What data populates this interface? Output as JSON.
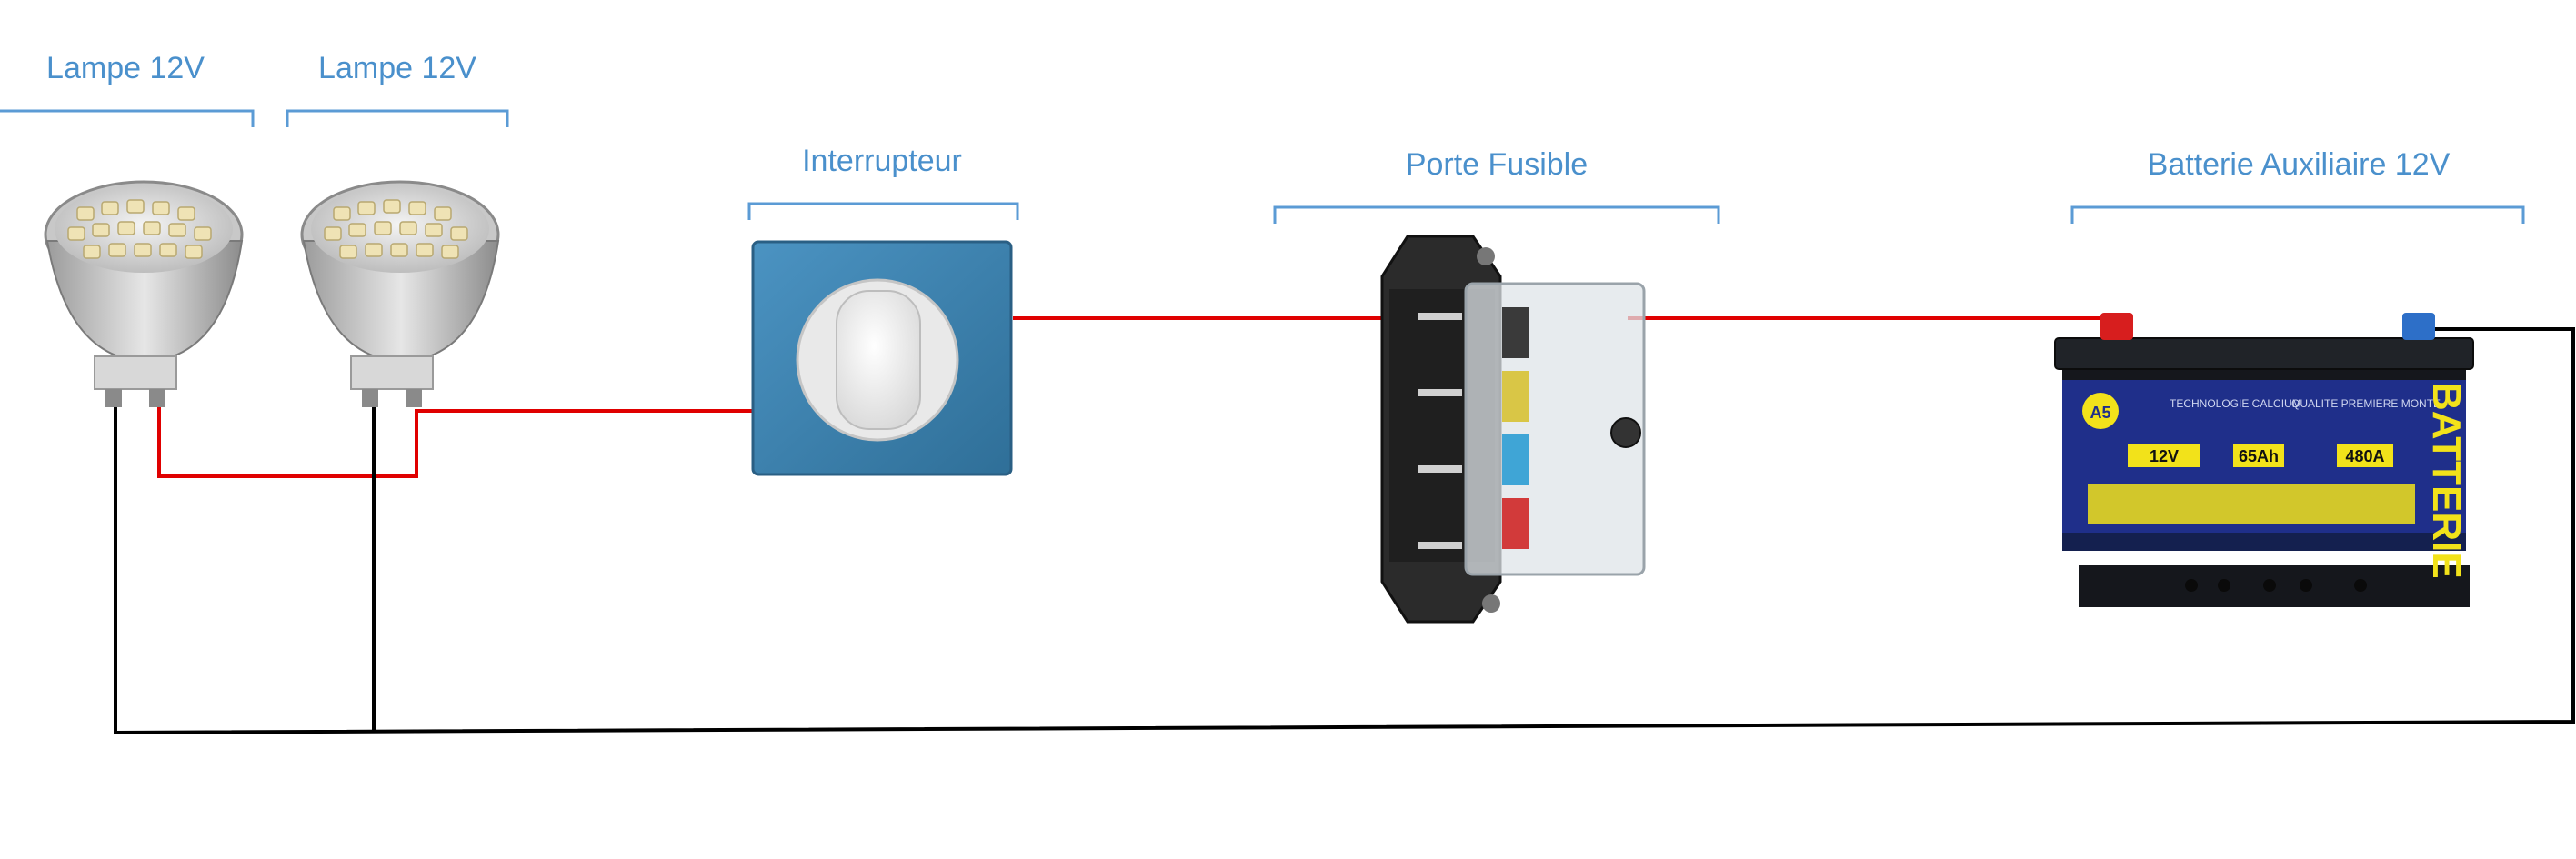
{
  "labels": {
    "lamp1": "Lampe 12V",
    "lamp2": "Lampe 12V",
    "switch": "Interrupteur",
    "fuse": "Porte Fusible",
    "battery": "Batterie Auxiliaire 12V"
  },
  "battery_text": {
    "brand": "BATTERIE",
    "capacity": "65Ah",
    "cca": "480A",
    "voltage": "12V",
    "grade": "A5",
    "quality": "QUALITE PREMIERE MONTE",
    "tech": "TECHNOLOGIE CALCIUM"
  },
  "colors": {
    "label": "#4a90cc",
    "bracket": "#5b9bd5",
    "positive_wire": "#e00000",
    "negative_wire": "#000000",
    "switch_plate": "#3f86b5",
    "battery_label": "#1f2f8a",
    "battery_accent": "#f2e21a"
  }
}
